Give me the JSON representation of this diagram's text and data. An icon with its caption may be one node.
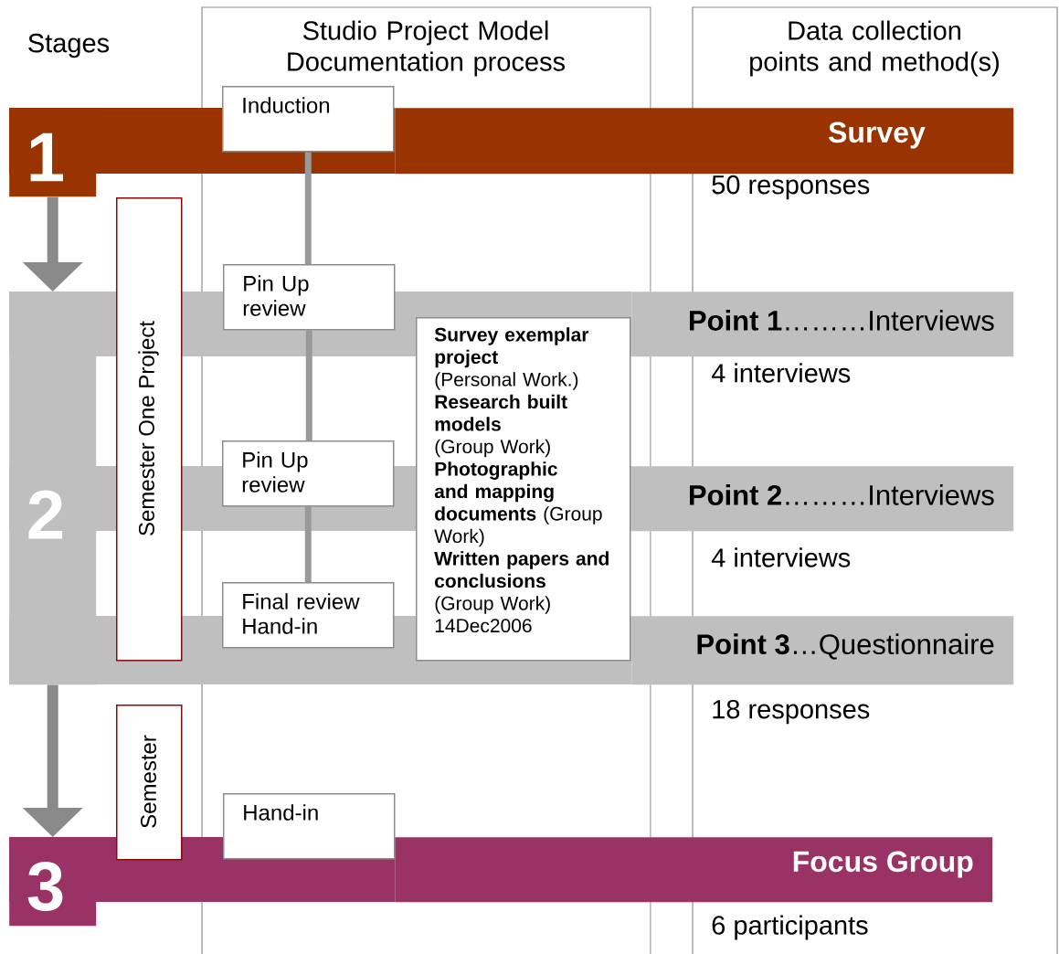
{
  "diagram": {
    "nodes": [
      {
        "text": [
          "1"
        ]
      },
      {
        "text": [
          "Survey"
        ],
        "beside": [
          "50 responses"
        ]
      },
      {
        "text": [
          "Induction"
        ]
      },
      {
        "text": [
          "Semester One Project"
        ]
      },
      {
        "text": [
          "2"
        ]
      },
      {
        "text": [
          "Pin Up review"
        ]
      },
      {
        "text": [
          "**Point 1**………Interviews"
        ],
        "beside": [
          "4 interviews"
        ]
      },
      {
        "text": [
          "Survey exemplar project",
          "(Personal Work.)",
          "Research built models",
          "(Group Work)",
          "**Photographic and mapping documents** (Group Work)",
          "Written papers and conclusions",
          "(Group Work)",
          "14Dec2006"
        ]
      },
      {
        "text": [
          "Pin Up review"
        ]
      },
      {
        "text": [
          "**Point 2**………Interviews"
        ],
        "beside": [
          "4 interviews"
        ]
      },
      {
        "text": [
          "Final review Hand-in"
        ]
      },
      {
        "text": [
          "**Point 3**…Questionnaire"
        ],
        "beside": [
          "18 responses"
        ]
      },
      {
        "text": [
          "Semester"
        ]
      },
      {
        "text": [
          "Hand-in"
        ]
      },
      {
        "text": [
          "3"
        ]
      },
      {
        "text": [
          "Focus Group"
        ],
        "beside": [
          "6 participants"
        ]
      }
    ],
    "edges": [
      {
        "from": 0,
        "to": 4,
        "arrow": "to"
      },
      {
        "from": 4,
        "to": 14,
        "arrow": "to"
      },
      {
        "from": 2,
        "to": 5,
        "arrow": "none"
      },
      {
        "from": 5,
        "to": 8,
        "arrow": "none"
      },
      {
        "from": 8,
        "to": 10,
        "arrow": "none"
      }
    ],
    "labels": [
      "Stages",
      "Studio Project Model Documentation process",
      "Data collection points and method(s)"
    ]
  }
}
